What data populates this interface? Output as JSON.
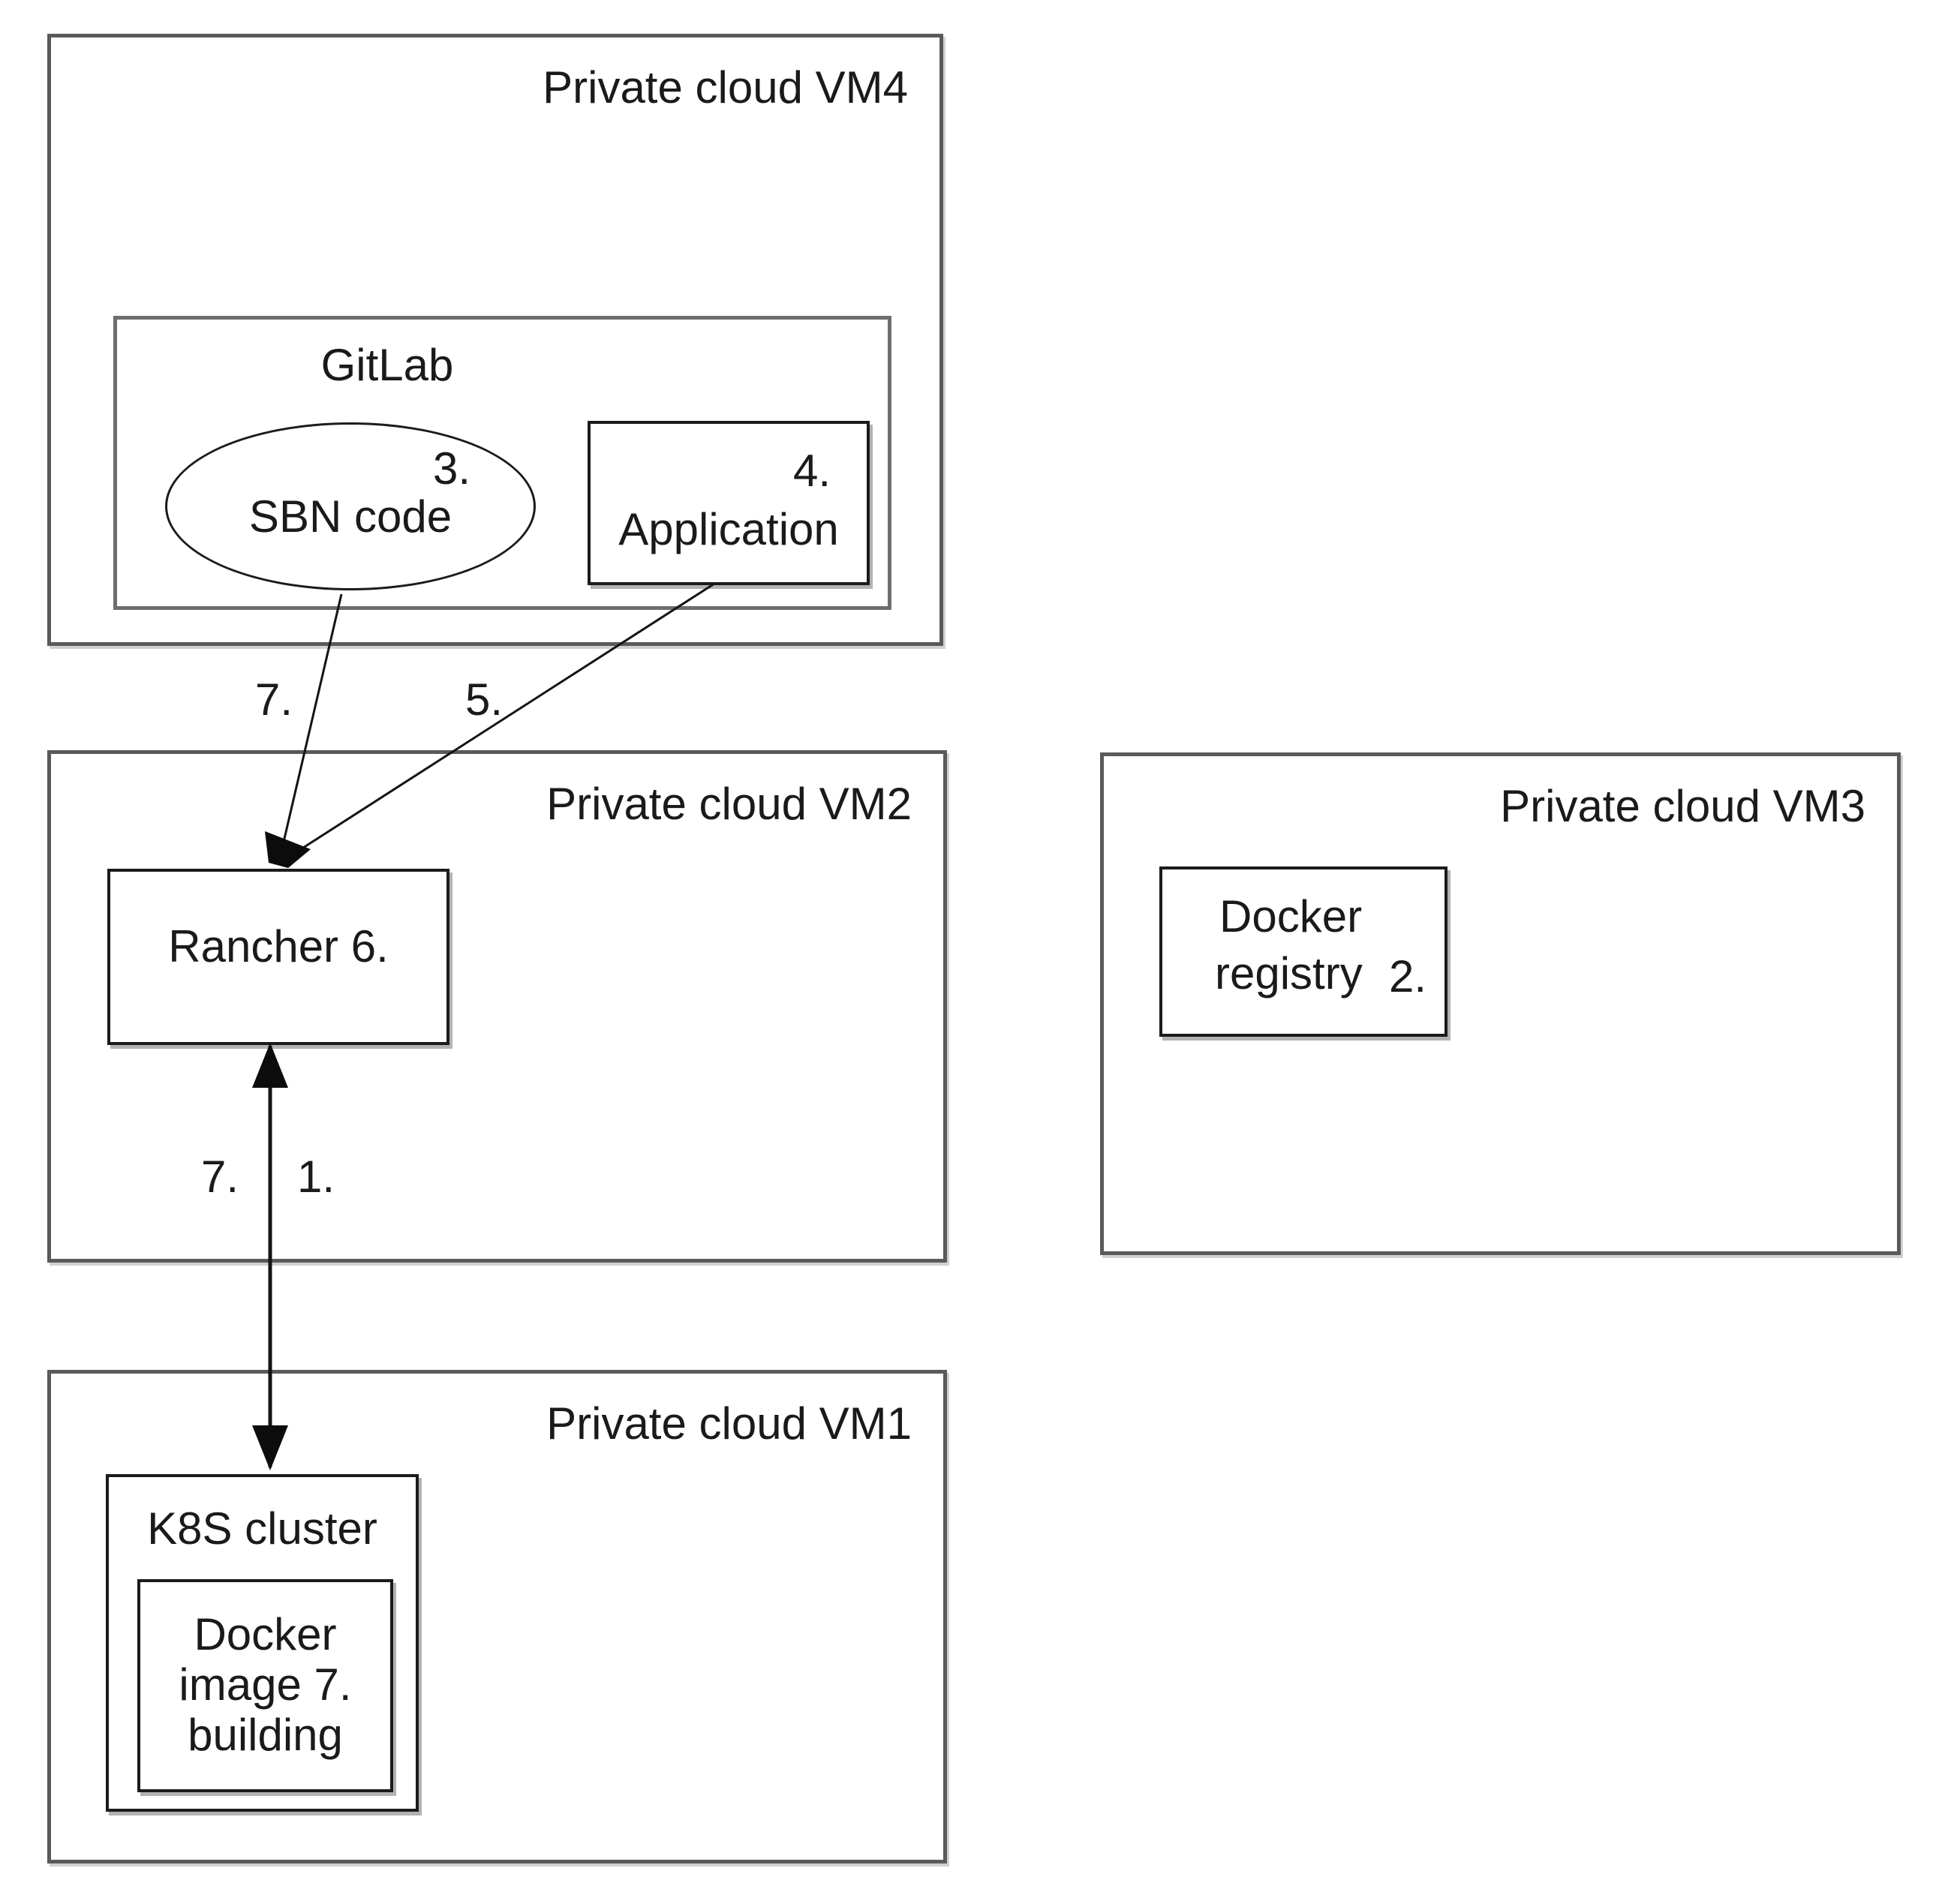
{
  "canvas": {
    "background": "#ffffff",
    "line_color": "#141414",
    "border_color_outer": "#5a5a5a",
    "border_color_inner": "#1b1b1b"
  },
  "vm4": {
    "title": "Private cloud VM4",
    "gitlab": {
      "title": "GitLab",
      "sbn": {
        "number": "3.",
        "label": "SBN code"
      },
      "application": {
        "number": "4.",
        "label": "Application"
      }
    }
  },
  "vm2": {
    "title": "Private cloud VM2",
    "rancher": {
      "label": "Rancher 6."
    }
  },
  "vm3": {
    "title": "Private cloud VM3",
    "registry": {
      "line1": "Docker",
      "line2": "registry",
      "number": "2."
    }
  },
  "vm1": {
    "title": "Private cloud VM1",
    "k8s": {
      "title": "K8S cluster",
      "docker_image": {
        "line1": "Docker",
        "line2": "image 7.",
        "line3": "building"
      }
    }
  },
  "edges": {
    "sbn_to_rancher_label": "7.",
    "application_to_rancher_label": "5.",
    "rancher_k8s_label_left": "7.",
    "rancher_k8s_label_right": "1."
  }
}
